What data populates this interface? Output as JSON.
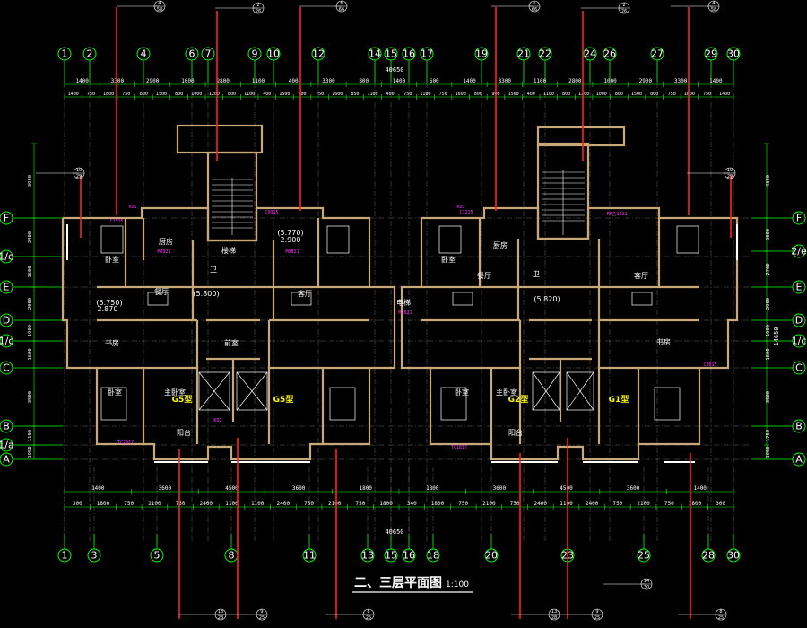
{
  "drawing": {
    "title": "二、三层平面图",
    "scale": "1:100",
    "overall_dimension_top": "40650",
    "overall_dimension_bottom": "40650",
    "height_dimension_right": "14650",
    "colors": {
      "background": "#000000",
      "wall": "#c8a878",
      "axis_line": "#00ff00",
      "grid_line": "#7a7a7a",
      "marker_red": "#ff2020",
      "tag_magenta": "#ff33ff",
      "unit_label": "#ffff00",
      "stair": "#ffffff"
    }
  },
  "axes": {
    "top_labels": [
      "1",
      "2",
      "4",
      "6",
      "7",
      "9",
      "10",
      "12",
      "14",
      "15",
      "16",
      "17",
      "19",
      "21",
      "22",
      "24",
      "26",
      "27",
      "29",
      "30"
    ],
    "bottom_labels": [
      "1",
      "3",
      "5",
      "8",
      "11",
      "13",
      "15",
      "16",
      "18",
      "20",
      "23",
      "25",
      "28",
      "30"
    ],
    "left_labels": [
      "F",
      "1/e",
      "E",
      "D",
      "1/c",
      "C",
      "B",
      "1/a",
      "A"
    ],
    "right_labels": [
      "F",
      "2/e",
      "E",
      "D",
      "1/c",
      "C",
      "B",
      "A"
    ]
  },
  "dimensions": {
    "top_row_1": [
      "1400",
      "3300",
      "2900",
      "1000",
      "2800",
      "1100",
      "400",
      "3300",
      "800",
      "1400",
      "600",
      "1400",
      "3300",
      "1100",
      "2800",
      "1000",
      "2900",
      "3300",
      "1400"
    ],
    "top_row_2": [
      "1400",
      "750",
      "1800",
      "750",
      "800",
      "1500",
      "800",
      "1000",
      "1200",
      "800",
      "1100",
      "400",
      "1500",
      "900",
      "750",
      "1600",
      "850",
      "1100",
      "400",
      "750",
      "1100",
      "750",
      "1600",
      "800",
      "900",
      "1500",
      "400",
      "1100",
      "800",
      "1200",
      "1000",
      "800",
      "1500",
      "800",
      "750",
      "1800",
      "750",
      "1400"
    ],
    "bottom_row_1": [
      "1400",
      "3600",
      "4500",
      "3600",
      "1800",
      "1800",
      "3600",
      "4500",
      "3600",
      "1400"
    ],
    "bottom_row_2": [
      "300",
      "1800",
      "750",
      "2100",
      "750",
      "2400",
      "1100",
      "1100",
      "2400",
      "750",
      "2100",
      "750",
      "1800",
      "340",
      "1800",
      "750",
      "2100",
      "750",
      "2400",
      "1100",
      "2400",
      "750",
      "2100",
      "750",
      "1800",
      "300"
    ],
    "left_col": [
      "3950",
      "2400",
      "1600",
      "2000",
      "1900",
      "1600",
      "3500",
      "1100",
      "1950"
    ],
    "right_col": [
      "4350",
      "2800",
      "2700",
      "2900",
      "1900",
      "1600",
      "3500",
      "1750",
      "1950"
    ]
  },
  "rooms": {
    "labels": [
      "卧室",
      "厨房",
      "餐厅",
      "客厅",
      "卫",
      "书房",
      "卧室",
      "主卧室",
      "阳台",
      "卧室",
      "厨房",
      "餐厅",
      "客厅",
      "卫",
      "书房",
      "卧室",
      "主卧室",
      "阳台",
      "前室",
      "电梯",
      "楼梯"
    ],
    "units": [
      "G5型",
      "G5型",
      "G2型",
      "G1型"
    ],
    "elevations": [
      "(5.750)",
      "(5.770)",
      "(5.800)",
      "(5.820)",
      "2.870",
      "2.900"
    ]
  },
  "tags": {
    "doors": [
      "M0921",
      "M0821",
      "M1021",
      "KD1",
      "KD2",
      "KD3",
      "FM乙1021"
    ],
    "windows": [
      "C1515",
      "C0915",
      "C1215",
      "TC2017",
      "TC1817",
      "C0615"
    ]
  },
  "callouts": {
    "top": [
      {
        "id": "4",
        "sheet": "58"
      },
      {
        "id": "2",
        "sheet": "26"
      },
      {
        "id": "6",
        "sheet": "66"
      },
      {
        "id": "6",
        "sheet": "66"
      },
      {
        "id": "2",
        "sheet": "26"
      },
      {
        "id": "4",
        "sheet": "58"
      }
    ],
    "left_mid": [
      {
        "id": "10",
        "sheet": "29"
      }
    ],
    "right_mid": [
      {
        "id": "10",
        "sheet": "29"
      }
    ],
    "bottom": [
      {
        "id": "13",
        "sheet": "28"
      },
      {
        "id": "9",
        "sheet": "25"
      },
      {
        "id": "8",
        "sheet": "25"
      },
      {
        "id": "13",
        "sheet": "28"
      },
      {
        "id": "9",
        "sheet": "25"
      },
      {
        "id": "14",
        "sheet": "30"
      },
      {
        "id": "8",
        "sheet": "25"
      }
    ]
  }
}
